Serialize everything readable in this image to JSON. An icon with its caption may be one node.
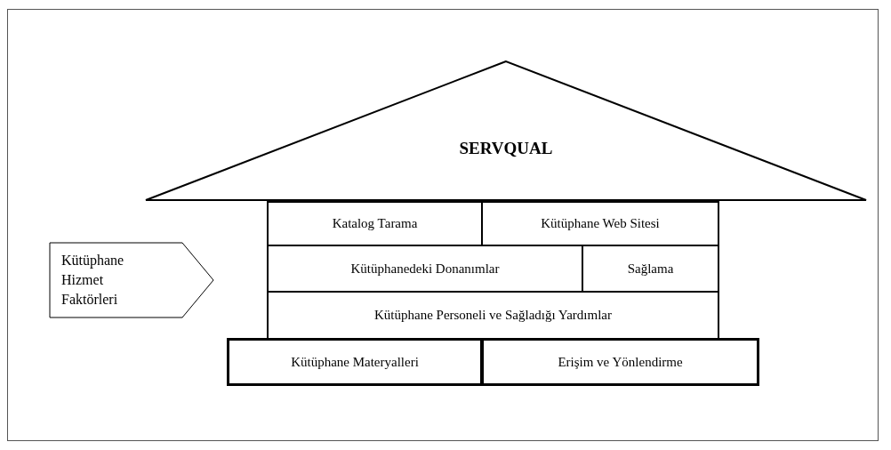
{
  "diagram": {
    "nodes": [
      {
        "text": [
          "SERVQUAL"
        ]
      },
      {
        "text": [
          "Katalog Tarama"
        ]
      },
      {
        "text": [
          "Kütüphane Web Sitesi"
        ]
      },
      {
        "text": [
          "Kütüphane Hizmet Faktörleri"
        ]
      },
      {
        "text": [
          "Kütüphanedeki Donanımlar"
        ]
      },
      {
        "text": [
          "Sağlama"
        ]
      },
      {
        "text": [
          "Kütüphane Personeli ve Sağladığı Yardımlar"
        ]
      },
      {
        "text": [
          "Kütüphane Materyalleri"
        ]
      },
      {
        "text": [
          "Erişim ve Yönlendirme"
        ]
      }
    ]
  }
}
